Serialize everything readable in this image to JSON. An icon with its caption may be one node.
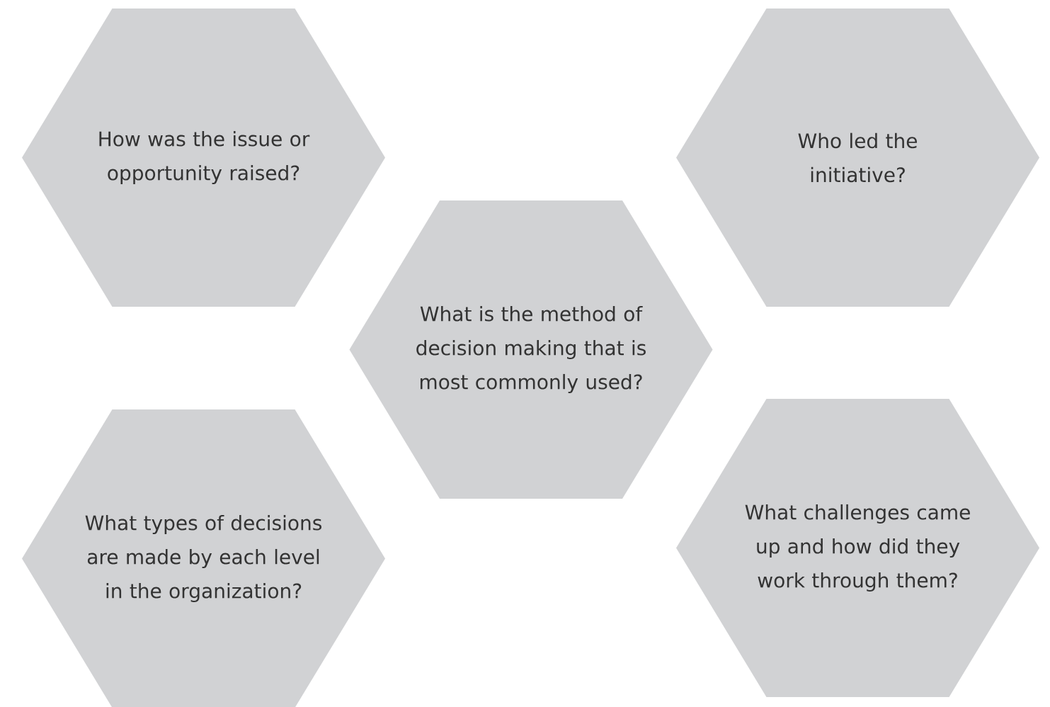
{
  "diagram": {
    "nodes": [
      {
        "text": [
          "How was the issue or opportunity raised?"
        ]
      },
      {
        "text": [
          "Who led the initiative?"
        ]
      },
      {
        "text": [
          "What is the method of decision making that is most commonly used?"
        ]
      },
      {
        "text": [
          "What types of decisions are made by each level in the organization?"
        ]
      },
      {
        "text": [
          "What challenges came up and how did they work through them?"
        ]
      }
    ]
  }
}
